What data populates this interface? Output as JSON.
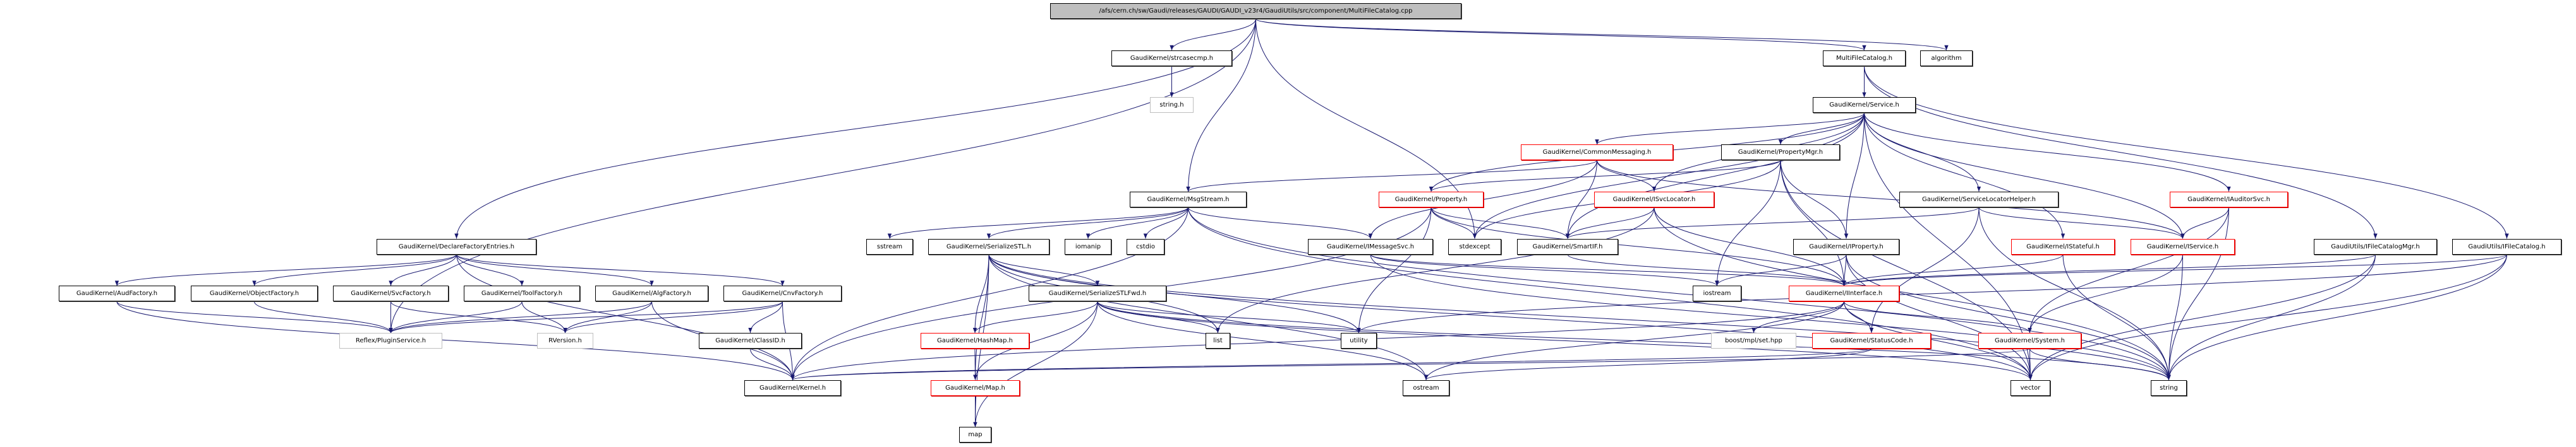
{
  "graph": {
    "edge_color": "#191970",
    "border_colors": {
      "normal": "#000000",
      "red": "#ff0000",
      "grey": "#bfbfbf"
    },
    "root_fill": "#bfbfbf",
    "nodes": [
      {
        "id": "main",
        "label": "/afs/cern.ch/sw/Gaudi/releases/GAUDI/GAUDI_v23r4/GaudiUtils/src/component/MultiFileCatalog.cpp",
        "style": "root"
      },
      {
        "id": "strcasecmp",
        "label": "GaudiKernel/strcasecmp.h",
        "style": "normal"
      },
      {
        "id": "stringh",
        "label": "string.h",
        "style": "grey"
      },
      {
        "id": "mfc",
        "label": "MultiFileCatalog.h",
        "style": "normal"
      },
      {
        "id": "algorithm",
        "label": "algorithm",
        "style": "normal"
      },
      {
        "id": "service",
        "label": "GaudiKernel/Service.h",
        "style": "normal"
      },
      {
        "id": "commonmsg",
        "label": "GaudiKernel/CommonMessaging.h",
        "style": "red"
      },
      {
        "id": "propmgr",
        "label": "GaudiKernel/PropertyMgr.h",
        "style": "normal"
      },
      {
        "id": "msgstream",
        "label": "GaudiKernel/MsgStream.h",
        "style": "normal"
      },
      {
        "id": "property",
        "label": "GaudiKernel/Property.h",
        "style": "red"
      },
      {
        "id": "isvcloc",
        "label": "GaudiKernel/ISvcLocator.h",
        "style": "red"
      },
      {
        "id": "slh",
        "label": "GaudiKernel/ServiceLocatorHelper.h",
        "style": "normal"
      },
      {
        "id": "iauditor",
        "label": "GaudiKernel/IAuditorSvc.h",
        "style": "red"
      },
      {
        "id": "dfe",
        "label": "GaudiKernel/DeclareFactoryEntries.h",
        "style": "normal"
      },
      {
        "id": "sstream",
        "label": "sstream",
        "style": "normal"
      },
      {
        "id": "serstl",
        "label": "GaudiKernel/SerializeSTL.h",
        "style": "normal"
      },
      {
        "id": "iomanip",
        "label": "iomanip",
        "style": "normal"
      },
      {
        "id": "cstdio",
        "label": "cstdio",
        "style": "normal"
      },
      {
        "id": "imsgsvc",
        "label": "GaudiKernel/IMessageSvc.h",
        "style": "normal"
      },
      {
        "id": "stdexcept",
        "label": "stdexcept",
        "style": "normal"
      },
      {
        "id": "smartif",
        "label": "GaudiKernel/SmartIF.h",
        "style": "normal"
      },
      {
        "id": "iproperty",
        "label": "GaudiKernel/IProperty.h",
        "style": "normal"
      },
      {
        "id": "istateful",
        "label": "GaudiKernel/IStateful.h",
        "style": "red"
      },
      {
        "id": "iservice",
        "label": "GaudiKernel/IService.h",
        "style": "red"
      },
      {
        "id": "ifcm",
        "label": "GaudiUtils/IFileCatalogMgr.h",
        "style": "normal"
      },
      {
        "id": "ifc",
        "label": "GaudiUtils/IFileCatalog.h",
        "style": "normal"
      },
      {
        "id": "aud",
        "label": "GaudiKernel/AudFactory.h",
        "style": "normal"
      },
      {
        "id": "obj",
        "label": "GaudiKernel/ObjectFactory.h",
        "style": "normal"
      },
      {
        "id": "svcf",
        "label": "GaudiKernel/SvcFactory.h",
        "style": "normal"
      },
      {
        "id": "toolf",
        "label": "GaudiKernel/ToolFactory.h",
        "style": "normal"
      },
      {
        "id": "algf",
        "label": "GaudiKernel/AlgFactory.h",
        "style": "normal"
      },
      {
        "id": "cnvf",
        "label": "GaudiKernel/CnvFactory.h",
        "style": "normal"
      },
      {
        "id": "serfwd",
        "label": "GaudiKernel/SerializeSTLFwd.h",
        "style": "normal"
      },
      {
        "id": "iostream",
        "label": "iostream",
        "style": "normal"
      },
      {
        "id": "interface",
        "label": "GaudiKernel/IInterface.h",
        "style": "red"
      },
      {
        "id": "plugin",
        "label": "Reflex/PluginService.h",
        "style": "grey"
      },
      {
        "id": "rversion",
        "label": "RVersion.h",
        "style": "grey"
      },
      {
        "id": "classid",
        "label": "GaudiKernel/ClassID.h",
        "style": "normal"
      },
      {
        "id": "hashmap",
        "label": "GaudiKernel/HashMap.h",
        "style": "red"
      },
      {
        "id": "list",
        "label": "list",
        "style": "normal"
      },
      {
        "id": "utility",
        "label": "utility",
        "style": "normal"
      },
      {
        "id": "boost",
        "label": "boost/mpl/set.hpp",
        "style": "grey"
      },
      {
        "id": "statuscode",
        "label": "GaudiKernel/StatusCode.h",
        "style": "red"
      },
      {
        "id": "system",
        "label": "GaudiKernel/System.h",
        "style": "red"
      },
      {
        "id": "kernel",
        "label": "GaudiKernel/Kernel.h",
        "style": "normal"
      },
      {
        "id": "map_h",
        "label": "GaudiKernel/Map.h",
        "style": "red"
      },
      {
        "id": "ostream",
        "label": "ostream",
        "style": "normal"
      },
      {
        "id": "vector",
        "label": "vector",
        "style": "normal"
      },
      {
        "id": "string",
        "label": "string",
        "style": "normal"
      },
      {
        "id": "map",
        "label": "map",
        "style": "normal"
      }
    ],
    "edges": [
      [
        "main",
        "plugin"
      ],
      [
        "main",
        "dfe"
      ],
      [
        "main",
        "strcasecmp"
      ],
      [
        "main",
        "msgstream"
      ],
      [
        "main",
        "stdexcept"
      ],
      [
        "main",
        "mfc"
      ],
      [
        "main",
        "algorithm"
      ],
      [
        "strcasecmp",
        "stringh"
      ],
      [
        "mfc",
        "service"
      ],
      [
        "mfc",
        "ifcm"
      ],
      [
        "mfc",
        "ifc"
      ],
      [
        "dfe",
        "kernel"
      ],
      [
        "dfe",
        "aud"
      ],
      [
        "dfe",
        "obj"
      ],
      [
        "dfe",
        "svcf"
      ],
      [
        "dfe",
        "toolf"
      ],
      [
        "dfe",
        "algf"
      ],
      [
        "dfe",
        "cnvf"
      ],
      [
        "aud",
        "plugin"
      ],
      [
        "aud",
        "kernel"
      ],
      [
        "obj",
        "plugin"
      ],
      [
        "svcf",
        "plugin"
      ],
      [
        "svcf",
        "rversion"
      ],
      [
        "toolf",
        "plugin"
      ],
      [
        "toolf",
        "rversion"
      ],
      [
        "algf",
        "plugin"
      ],
      [
        "algf",
        "rversion"
      ],
      [
        "algf",
        "kernel"
      ],
      [
        "cnvf",
        "plugin"
      ],
      [
        "cnvf",
        "rversion"
      ],
      [
        "cnvf",
        "classid"
      ],
      [
        "cnvf",
        "kernel"
      ],
      [
        "classid",
        "kernel"
      ],
      [
        "msgstream",
        "sstream"
      ],
      [
        "msgstream",
        "serstl"
      ],
      [
        "msgstream",
        "iomanip"
      ],
      [
        "msgstream",
        "cstdio"
      ],
      [
        "msgstream",
        "imsgsvc"
      ],
      [
        "msgstream",
        "string"
      ],
      [
        "msgstream",
        "vector"
      ],
      [
        "msgstream",
        "kernel"
      ],
      [
        "serstl",
        "serfwd"
      ],
      [
        "serstl",
        "hashmap"
      ],
      [
        "serstl",
        "map_h"
      ],
      [
        "serstl",
        "map"
      ],
      [
        "serstl",
        "list"
      ],
      [
        "serstl",
        "utility"
      ],
      [
        "serstl",
        "vector"
      ],
      [
        "serstl",
        "string"
      ],
      [
        "serstl",
        "ostream"
      ],
      [
        "serfwd",
        "hashmap"
      ],
      [
        "serfwd",
        "map_h"
      ],
      [
        "serfwd",
        "map"
      ],
      [
        "serfwd",
        "list"
      ],
      [
        "serfwd",
        "utility"
      ],
      [
        "serfwd",
        "vector"
      ],
      [
        "serfwd",
        "string"
      ],
      [
        "serfwd",
        "ostream"
      ],
      [
        "hashmap",
        "map_h"
      ],
      [
        "map_h",
        "map"
      ],
      [
        "service",
        "commonmsg"
      ],
      [
        "service",
        "propmgr"
      ],
      [
        "service",
        "property"
      ],
      [
        "service",
        "isvcloc"
      ],
      [
        "service",
        "smartif"
      ],
      [
        "service",
        "stdexcept"
      ],
      [
        "service",
        "iproperty"
      ],
      [
        "service",
        "slh"
      ],
      [
        "service",
        "istateful"
      ],
      [
        "service",
        "iservice"
      ],
      [
        "service",
        "iauditor"
      ],
      [
        "service",
        "vector"
      ],
      [
        "commonmsg",
        "msgstream"
      ],
      [
        "commonmsg",
        "imsgsvc"
      ],
      [
        "commonmsg",
        "isvcloc"
      ],
      [
        "commonmsg",
        "smartif"
      ],
      [
        "commonmsg",
        "iservice"
      ],
      [
        "propmgr",
        "property"
      ],
      [
        "propmgr",
        "stdexcept"
      ],
      [
        "propmgr",
        "iostream"
      ],
      [
        "propmgr",
        "iproperty"
      ],
      [
        "propmgr",
        "interface"
      ],
      [
        "propmgr",
        "vector"
      ],
      [
        "property",
        "stdexcept"
      ],
      [
        "property",
        "smartif"
      ],
      [
        "property",
        "interface"
      ],
      [
        "property",
        "utility"
      ],
      [
        "property",
        "kernel"
      ],
      [
        "isvcloc",
        "smartif"
      ],
      [
        "isvcloc",
        "interface"
      ],
      [
        "isvcloc",
        "list"
      ],
      [
        "isvcloc",
        "string"
      ],
      [
        "imsgsvc",
        "iostream"
      ],
      [
        "imsgsvc",
        "string"
      ],
      [
        "imsgsvc",
        "interface"
      ],
      [
        "smartif",
        "interface"
      ],
      [
        "slh",
        "smartif"
      ],
      [
        "slh",
        "iservice"
      ],
      [
        "slh",
        "statuscode"
      ],
      [
        "slh",
        "string"
      ],
      [
        "iproperty",
        "interface"
      ],
      [
        "iproperty",
        "iostream"
      ],
      [
        "iproperty",
        "string"
      ],
      [
        "iproperty",
        "vector"
      ],
      [
        "istateful",
        "interface"
      ],
      [
        "istateful",
        "string"
      ],
      [
        "iservice",
        "system"
      ],
      [
        "iservice",
        "string"
      ],
      [
        "iauditor",
        "iservice"
      ],
      [
        "iauditor",
        "system"
      ],
      [
        "iauditor",
        "string"
      ],
      [
        "ifcm",
        "interface"
      ],
      [
        "ifcm",
        "vector"
      ],
      [
        "ifcm",
        "string"
      ],
      [
        "ifc",
        "interface"
      ],
      [
        "ifc",
        "utility"
      ],
      [
        "ifc",
        "vector"
      ],
      [
        "ifc",
        "string"
      ],
      [
        "interface",
        "boost"
      ],
      [
        "interface",
        "statuscode"
      ],
      [
        "interface",
        "system"
      ],
      [
        "interface",
        "ostream"
      ],
      [
        "interface",
        "kernel"
      ],
      [
        "interface",
        "vector"
      ],
      [
        "statuscode",
        "ostream"
      ],
      [
        "statuscode",
        "kernel"
      ],
      [
        "system",
        "vector"
      ],
      [
        "system",
        "string"
      ],
      [
        "system",
        "kernel"
      ]
    ]
  }
}
